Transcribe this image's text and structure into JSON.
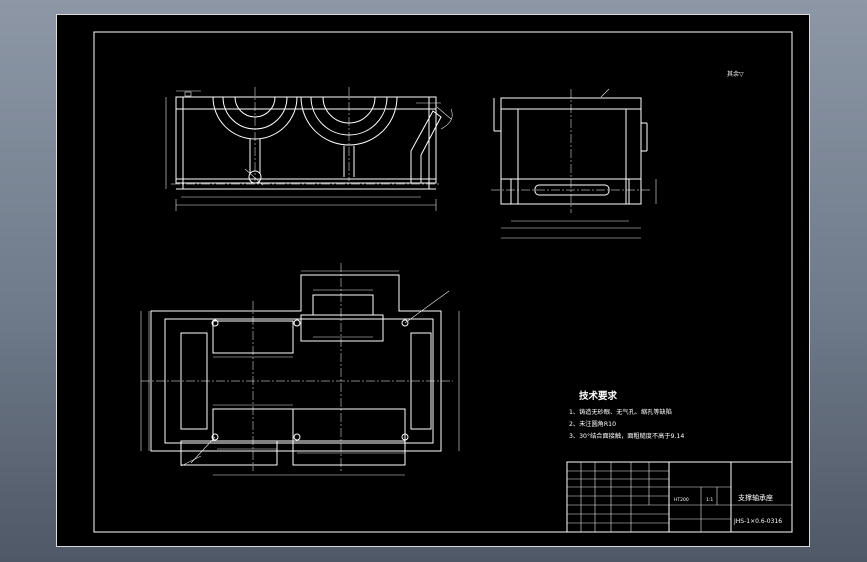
{
  "tech_requirements": {
    "heading": "技术要求",
    "items": [
      "1、铸造无砂眼、无气孔、缩孔等缺陷",
      "2、未注圆角R10",
      "3、30°结合面接触，面粗糙度不高于9.14"
    ]
  },
  "roughness_note": "其余▽",
  "title_block": {
    "part_name": "支撑轴承座",
    "drawing_number": "JHS-1×0.6-0316",
    "material": "HT200",
    "scale": "1:1"
  }
}
